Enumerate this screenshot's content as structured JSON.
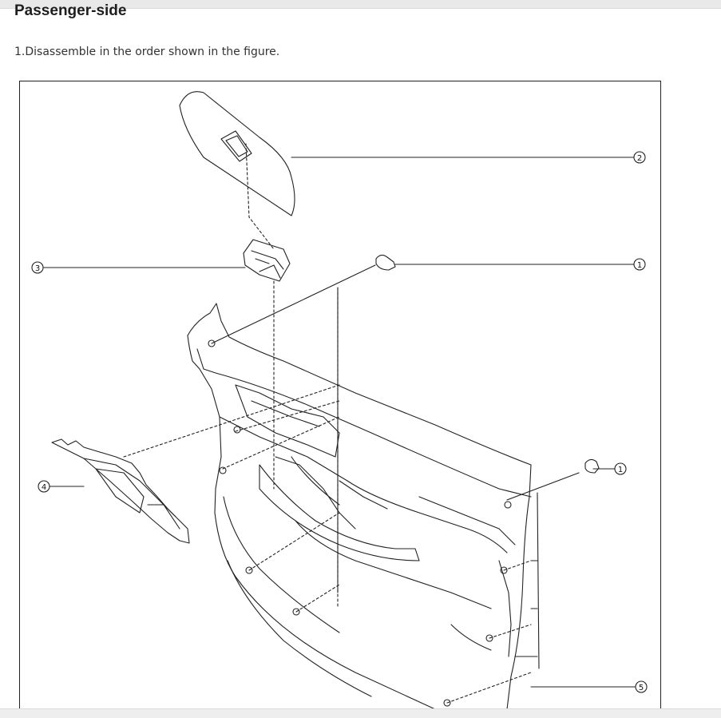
{
  "section": {
    "heading": "Passenger-side",
    "steps": [
      "1.Disassemble in the order shown in the figure."
    ]
  },
  "figure": {
    "callouts": [
      {
        "id": "2",
        "label": "2"
      },
      {
        "id": "3",
        "label": "3"
      },
      {
        "id": "1a",
        "label": "1"
      },
      {
        "id": "1b",
        "label": "1"
      },
      {
        "id": "4",
        "label": "4"
      },
      {
        "id": "5",
        "label": "5"
      }
    ]
  }
}
